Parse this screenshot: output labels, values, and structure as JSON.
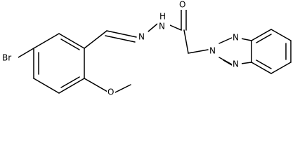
{
  "structure": {
    "atoms": {
      "br": "Br",
      "oxygen_methoxy": "O",
      "oxygen_carbonyl": "O",
      "nitrogen_imine": "N",
      "nitrogen_amide": "N",
      "nitrogen_amide_h": "H",
      "nitrogen_triazole_top": "N",
      "nitrogen_triazole_mid": "N",
      "nitrogen_triazole_bottom": "N"
    }
  }
}
